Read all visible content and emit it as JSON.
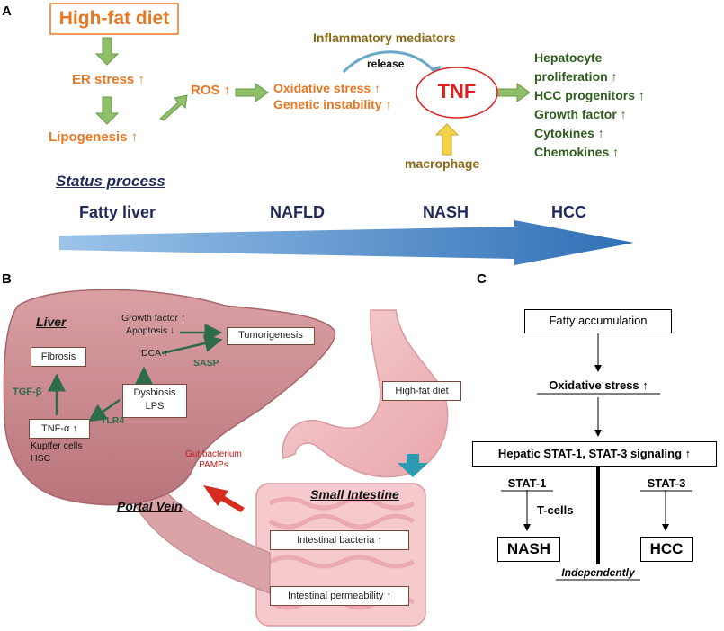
{
  "panel_a": {
    "label": "A",
    "high_fat_diet": "High-fat diet",
    "er_stress": "ER stress ↑",
    "lipogenesis": "Lipogenesis ↑",
    "ros": "ROS ↑",
    "oxidative_stress": "Oxidative stress ↑",
    "genetic_instability": "Genetic instability ↑",
    "inflammatory_mediators": "Inflammatory  mediators",
    "release": "release",
    "tnf": "TNF",
    "macrophage": "macrophage",
    "outcomes": [
      "Hepatocyte",
      "proliferation ↑",
      "HCC progenitors ↑",
      "Growth factor ↑",
      "Cytokines ↑",
      "Chemokines ↑"
    ],
    "status_process": "Status process",
    "stages": [
      "Fatty liver",
      "NAFLD",
      "NASH",
      "HCC"
    ]
  },
  "panel_b": {
    "label": "B",
    "liver": "Liver",
    "growth_factor": "Growth factor ↑",
    "apoptosis": "Apoptosis ↓",
    "dca": "DCA ↑",
    "tumorigenesis": "Tumorigenesis",
    "sasp": "SASP",
    "fibrosis": "Fibrosis",
    "tgf_beta": "TGF-β",
    "dysbiosis": "Dysbiosis",
    "lps": "LPS",
    "tlr4": "TLR4",
    "tnf_alpha": "TNF-α ↑",
    "kupffer": "Kupffer cells",
    "hsc": "HSC",
    "high_fat_diet": "High-fat diet",
    "gut_bacterium": "Gut bacterium",
    "pamps": "PAMPs",
    "portal_vein": "Portal Vein",
    "small_intestine": "Small Intestine",
    "intestinal_bacteria": "Intestinal bacteria ↑",
    "intestinal_permeability": "Intestinal permeability ↑"
  },
  "panel_c": {
    "label": "C",
    "fatty_accumulation": "Fatty accumulation",
    "oxidative_stress": "Oxidative stress ↑",
    "hepatic_signaling": "Hepatic STAT-1, STAT-3 signaling ↑",
    "stat1": "STAT-1",
    "stat3": "STAT-3",
    "t_cells": "T-cells",
    "nash": "NASH",
    "hcc": "HCC",
    "independently": "Independently"
  },
  "colors": {
    "orange": "#e87722",
    "olive": "#8b6914",
    "green": "#2e5e1e",
    "navy": "#1f2a5a",
    "tnf_red": "#e02020",
    "arrow_green": "#8fbf6a",
    "arrow_blue": "#3b7fc4",
    "liver_pink": "#c98a8f",
    "intestine_pink": "#f2b8bd"
  }
}
